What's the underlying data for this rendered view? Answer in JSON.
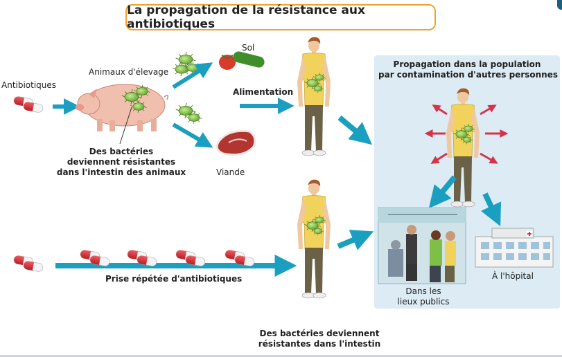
{
  "title": "La propagation de la résistance aux antibiotiques",
  "labels": {
    "antibiotiques": "Antibiotiques",
    "animaux": "Animaux d'élevage",
    "sol": "Sol",
    "viande": "Viande",
    "alimentation": "Alimentation",
    "bacteries_animaux": [
      "Des bactéries",
      "deviennent résistantes",
      "dans l'intestin des animaux"
    ],
    "propagation": [
      "Propagation dans la population",
      "par contamination d'autres personnes"
    ],
    "prise_repetee": "Prise répétée d'antibiotiques",
    "bacteries_intestin": [
      "Des bactéries deviennent",
      "résistantes dans l'intestin"
    ],
    "lieux_publics": [
      "Dans les",
      "lieux publics"
    ],
    "hopital": "À l'hôpital"
  },
  "colors": {
    "title_border": "#f0a22c",
    "arrow": "#1a9fc0",
    "red_arrow": "#d6334a",
    "panel": "#dcebf4",
    "pill_red": "#d62e36",
    "shirt": "#f1d25a",
    "bacteria": "#7ac143"
  }
}
